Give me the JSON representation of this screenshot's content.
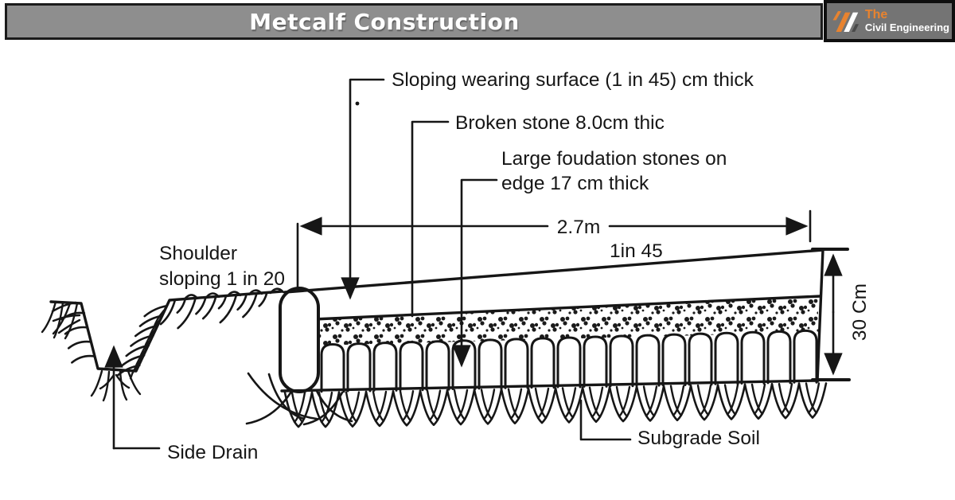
{
  "header": {
    "title": "Metcalf Construction",
    "logo": {
      "line1": "The",
      "line2": "Civil Engineering"
    }
  },
  "diagram": {
    "labels": {
      "wearing_surface": "Sloping wearing surface (1 in 45) cm thick",
      "broken_stone": "Broken stone 8.0cm thic",
      "foundation_line1": "Large foudation stones on",
      "foundation_line2": "edge 17 cm thick",
      "width_dimension": "2.7m",
      "camber": "1in 45",
      "shoulder_line1": "Shoulder",
      "shoulder_line2": "sloping 1 in 20",
      "height_dimension": "30 Cm",
      "side_drain": "Side Drain",
      "subgrade": "Subgrade Soil"
    },
    "colors": {
      "ink": "#161616",
      "header_gray": "#8e8e8e",
      "logo_gray": "#747474",
      "accent_orange": "#e8832f",
      "paper": "#ffffff"
    }
  }
}
